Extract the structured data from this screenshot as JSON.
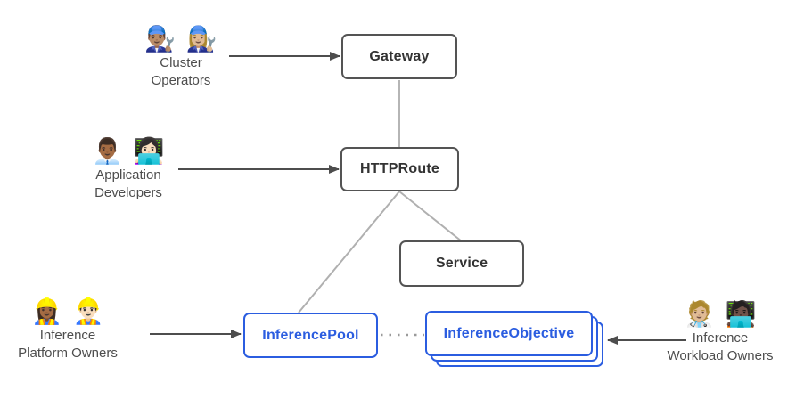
{
  "nodes": {
    "gateway": {
      "label": "Gateway"
    },
    "httproute": {
      "label": "HTTPRoute"
    },
    "service": {
      "label": "Service"
    },
    "inference_pool": {
      "label": "InferencePool"
    },
    "inference_objective": {
      "label": "InferenceObjective"
    }
  },
  "personas": {
    "cluster_operators": {
      "emoji1": "👨🏽‍🔧",
      "emoji2": "👩🏼‍🔧",
      "line1": "Cluster",
      "line2": "Operators"
    },
    "application_developers": {
      "emoji1": "👨🏾‍💼",
      "emoji2": "👩🏻‍💻",
      "line1": "Application",
      "line2": "Developers"
    },
    "inference_platform_owners": {
      "emoji1": "👷🏾‍♀️",
      "emoji2": "👷🏻‍♂️",
      "line1": "Inference",
      "line2": "Platform Owners"
    },
    "inference_workload_owners": {
      "emoji1": "🧑🏼‍⚕️",
      "emoji2": "🧑🏿‍💻",
      "line1": "Inference",
      "line2": "Workload Owners"
    }
  },
  "colors": {
    "node_border": "#545454",
    "node_text": "#333333",
    "accent_blue": "#2b5de0",
    "connector_gray": "#b5b5b5",
    "dotted_gray": "#9a9a9a",
    "arrow_gray": "#4d4d4d",
    "persona_text": "#4d4d4d",
    "background": "#ffffff"
  }
}
